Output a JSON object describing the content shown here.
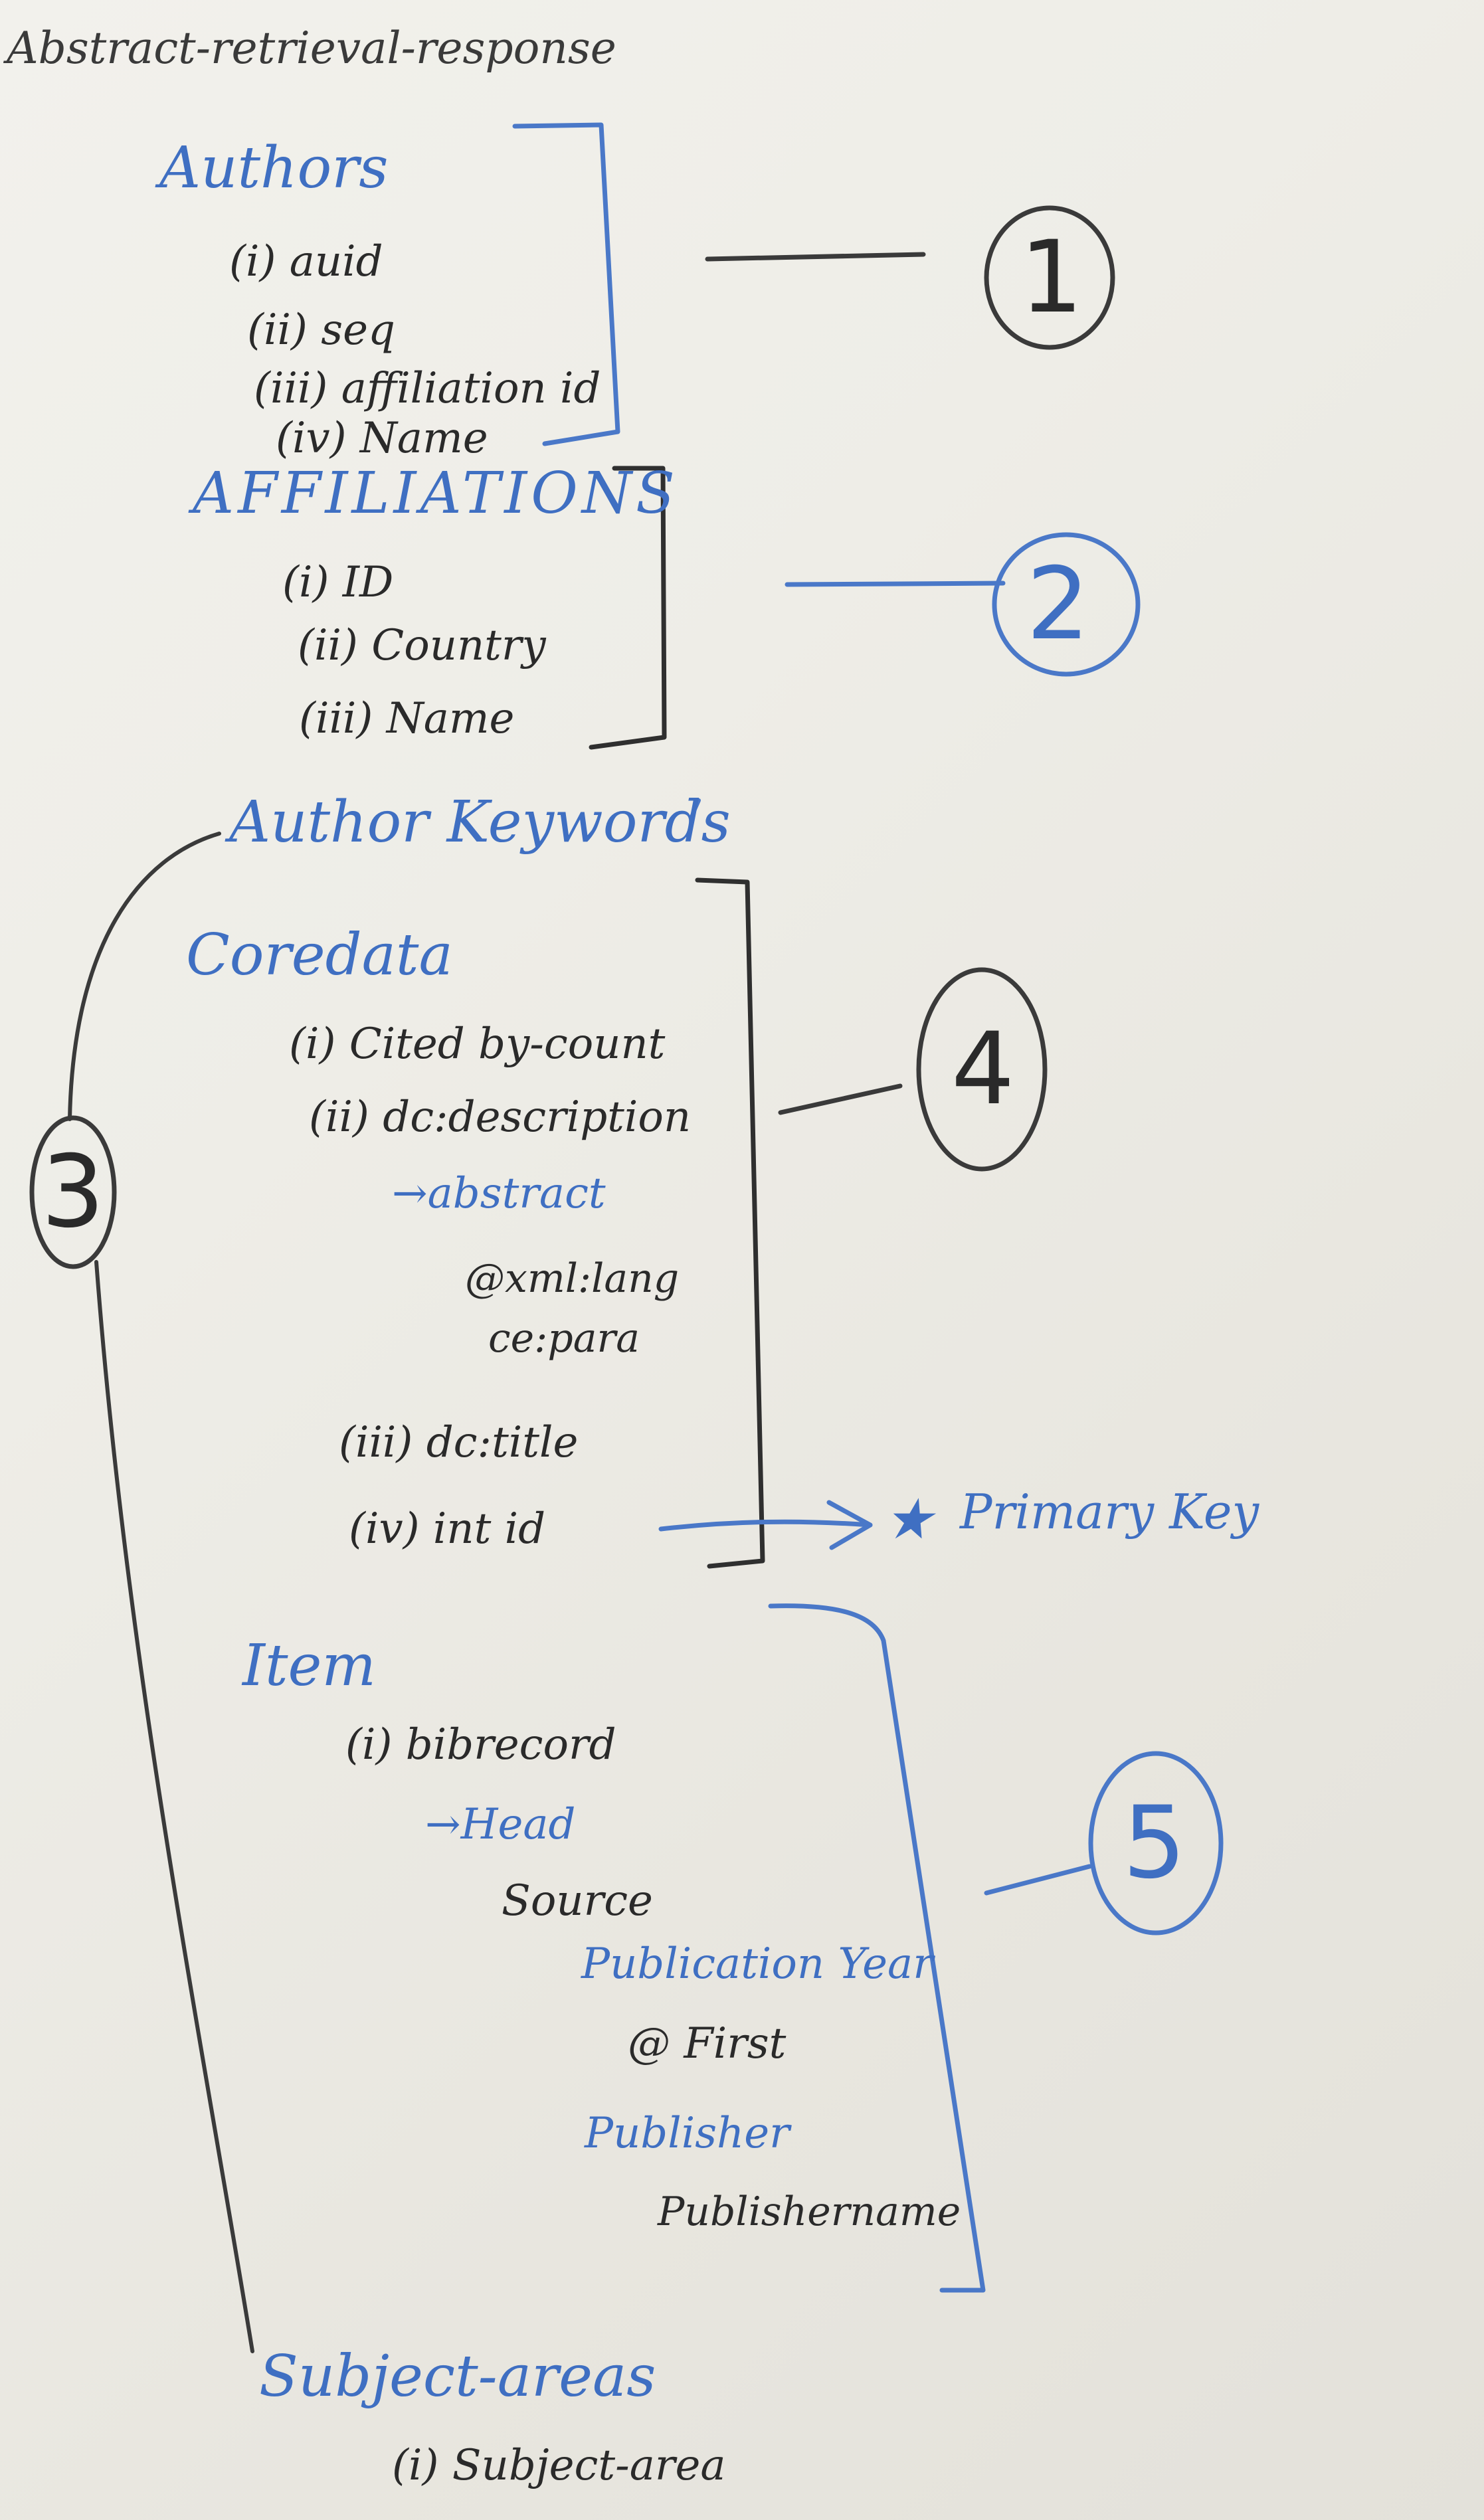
{
  "title": "Abstract-retrieval-response",
  "sections": {
    "authors": {
      "label": "Authors",
      "items": [
        "(i) auid",
        "(ii) seq",
        "(iii) affiliation id",
        "(iv) Name"
      ],
      "group": "1"
    },
    "affiliations": {
      "label": "AFFILIATIONS",
      "items": [
        "(i) ID",
        "(ii) Country",
        "(iii) Name"
      ],
      "group": "2"
    },
    "author_keywords": {
      "label": "Author Keywords"
    },
    "coredata": {
      "label": "Coredata",
      "items": [
        "(i) Cited by-count",
        "(ii) dc:description",
        "(iii) dc:title",
        "(iv) int id"
      ],
      "abstract": {
        "label": "→abstract",
        "children": [
          "@xml:lang",
          "ce:para"
        ]
      },
      "group": "4",
      "primary_key": "Primary Key",
      "star": "★"
    },
    "item": {
      "label": "Item",
      "items": [
        "(i) bibrecord"
      ],
      "head": "→Head",
      "source": "Source",
      "publication_year": "Publication Year",
      "first": "@ First",
      "publisher": "Publisher",
      "publishername": "Publishername",
      "group": "5"
    },
    "subject_areas": {
      "label": "Subject-areas",
      "items": [
        "(i) Subject-area"
      ]
    },
    "group_3": "3"
  },
  "colors": {
    "black_marker": "#2a2a2a",
    "blue_marker": "#3f6fc2",
    "board": "#eeede7"
  }
}
